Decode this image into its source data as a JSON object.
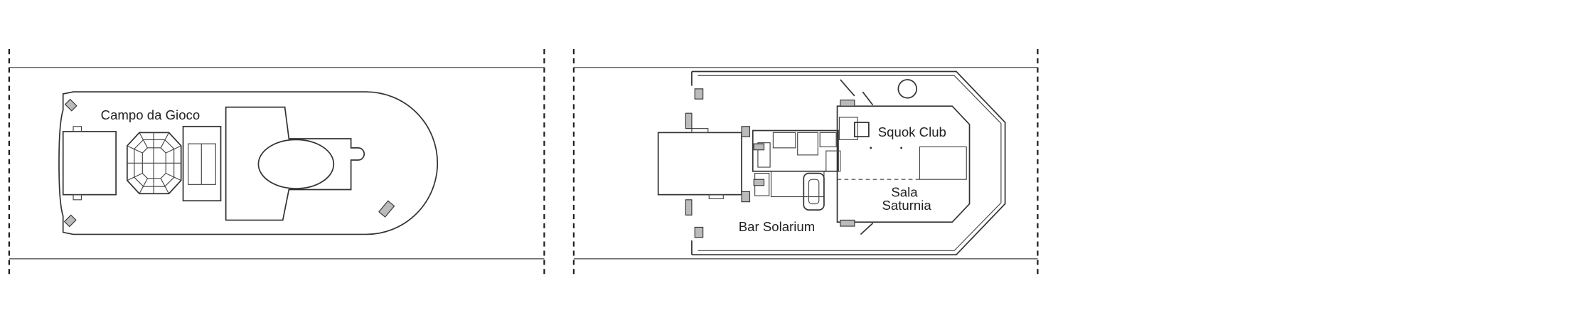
{
  "left_deck": {
    "labels": {
      "campo_da_gioco": "Campo da Gioco"
    }
  },
  "right_deck": {
    "labels": {
      "squok_club": "Squok Club",
      "sala_saturnia_line1": "Sala",
      "sala_saturnia_line2": "Saturnia",
      "bar_solarium": "Bar Solarium"
    }
  }
}
